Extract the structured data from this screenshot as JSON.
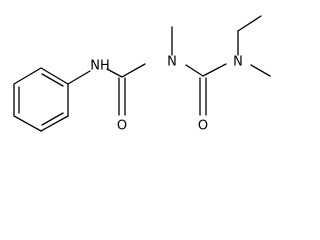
{
  "molecule": {
    "atoms": {
      "nh_label": "NH",
      "n_center_label": "N",
      "n_right_label": "N",
      "o_left_label": "O",
      "o_right_label": "O"
    }
  }
}
